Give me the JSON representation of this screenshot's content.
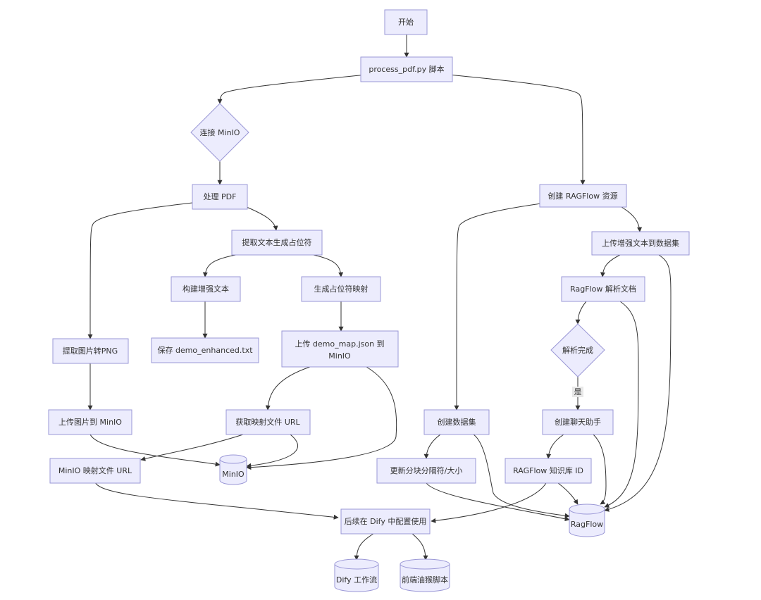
{
  "nodes": {
    "start": "开始",
    "script": "process_pdf.py 脚本",
    "connect_minio": "连接 MinIO",
    "process_pdf": "处理 PDF",
    "extract_text": "提取文本生成占位符",
    "build_enhanced": "构建增强文本",
    "save_enhanced": "保存 demo_enhanced.txt",
    "gen_map": "生成占位符映射",
    "upload_map_1": "上传 demo_map.json 到",
    "upload_map_2": "MinIO",
    "extract_images": "提取图片转PNG",
    "upload_images": "上传图片到 MinIO",
    "get_map_url": "获取映射文件 URL",
    "minio_map_url": "MinIO 映射文件 URL",
    "minio_db": "MinIO",
    "ragflow_res": "创建 RAGFlow 资源",
    "upload_enhanced": "上传增强文本到数据集",
    "parse_doc": "RagFlow 解析文档",
    "parse_done": "解析完成",
    "create_dataset": "创建数据集",
    "update_chunk": "更新分块分隔符/大小",
    "create_chat": "创建聊天助手",
    "kb_id": "RAGFlow 知识库 ID",
    "ragflow_db": "RagFlow",
    "dify_config": "后续在 Dify 中配置使用",
    "dify_flow": "Dify 工作流",
    "frontend_script": "前端油猴脚本"
  },
  "edge_labels": {
    "yes": "是"
  },
  "colors": {
    "node_fill": "#ececfd",
    "node_stroke": "#9a97d6",
    "edge": "#333333",
    "text": "#333333"
  }
}
